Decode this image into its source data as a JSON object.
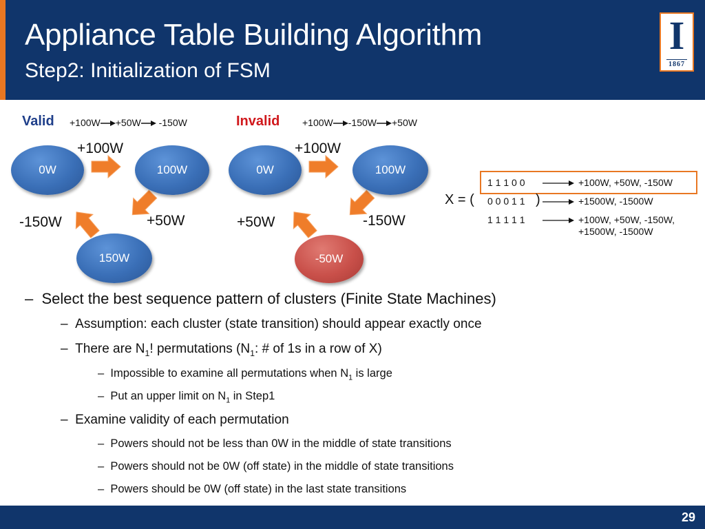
{
  "header": {
    "title": "Appliance Table Building Algorithm",
    "subtitle": "Step2: Initialization of FSM",
    "logo_year": "1867"
  },
  "valid": {
    "label": "Valid",
    "sequence": [
      "+100W",
      "+50W",
      "-150W"
    ],
    "nodes": [
      "0W",
      "100W",
      "150W"
    ],
    "edges": [
      "+100W",
      "+50W",
      "-150W"
    ]
  },
  "invalid": {
    "label": "Invalid",
    "sequence": [
      "+100W",
      "-150W",
      "+50W"
    ],
    "nodes": [
      "0W",
      "100W",
      "-50W"
    ],
    "edges": [
      "+100W",
      "-150W",
      "+50W"
    ]
  },
  "matrix": {
    "prefix": "X = (",
    "suffix": ")",
    "rows": [
      {
        "bits": "1 1 1 0 0",
        "result": "+100W, +50W, -150W"
      },
      {
        "bits": "0 0 0 1 1",
        "result": "+1500W, -1500W"
      },
      {
        "bits": "1 1 1 1 1",
        "result_line1": "+100W, +50W, -150W,",
        "result_line2": "+1500W, -1500W"
      }
    ]
  },
  "bullets": {
    "dash": "–",
    "b1": "Select the best sequence pattern of clusters (Finite State Machines)",
    "b1_1": "Assumption: each cluster (state transition) should appear exactly once",
    "b1_2_a": "There are N",
    "b1_2_sub1": "1",
    "b1_2_b": "! permutations (N",
    "b1_2_sub2": "1",
    "b1_2_c": ": # of 1s in a row of X)",
    "b1_2_1_a": "Impossible to examine all permutations when N",
    "b1_2_1_sub": "1",
    "b1_2_1_b": " is large",
    "b1_2_2_a": "Put an upper limit on N",
    "b1_2_2_sub": "1",
    "b1_2_2_b": " in Step1",
    "b1_3": "Examine validity of each permutation",
    "b1_3_1": "Powers should not be less than 0W in the middle of state transitions",
    "b1_3_2": "Powers should not be 0W (off state) in the middle of state transitions",
    "b1_3_3": "Powers should be 0W (off state) in the last state transitions"
  },
  "footer": {
    "page": "29"
  },
  "colors": {
    "navy": "#10356b",
    "orange": "#e87722",
    "valid": "#1f3f8a",
    "invalid": "#d0181c"
  }
}
